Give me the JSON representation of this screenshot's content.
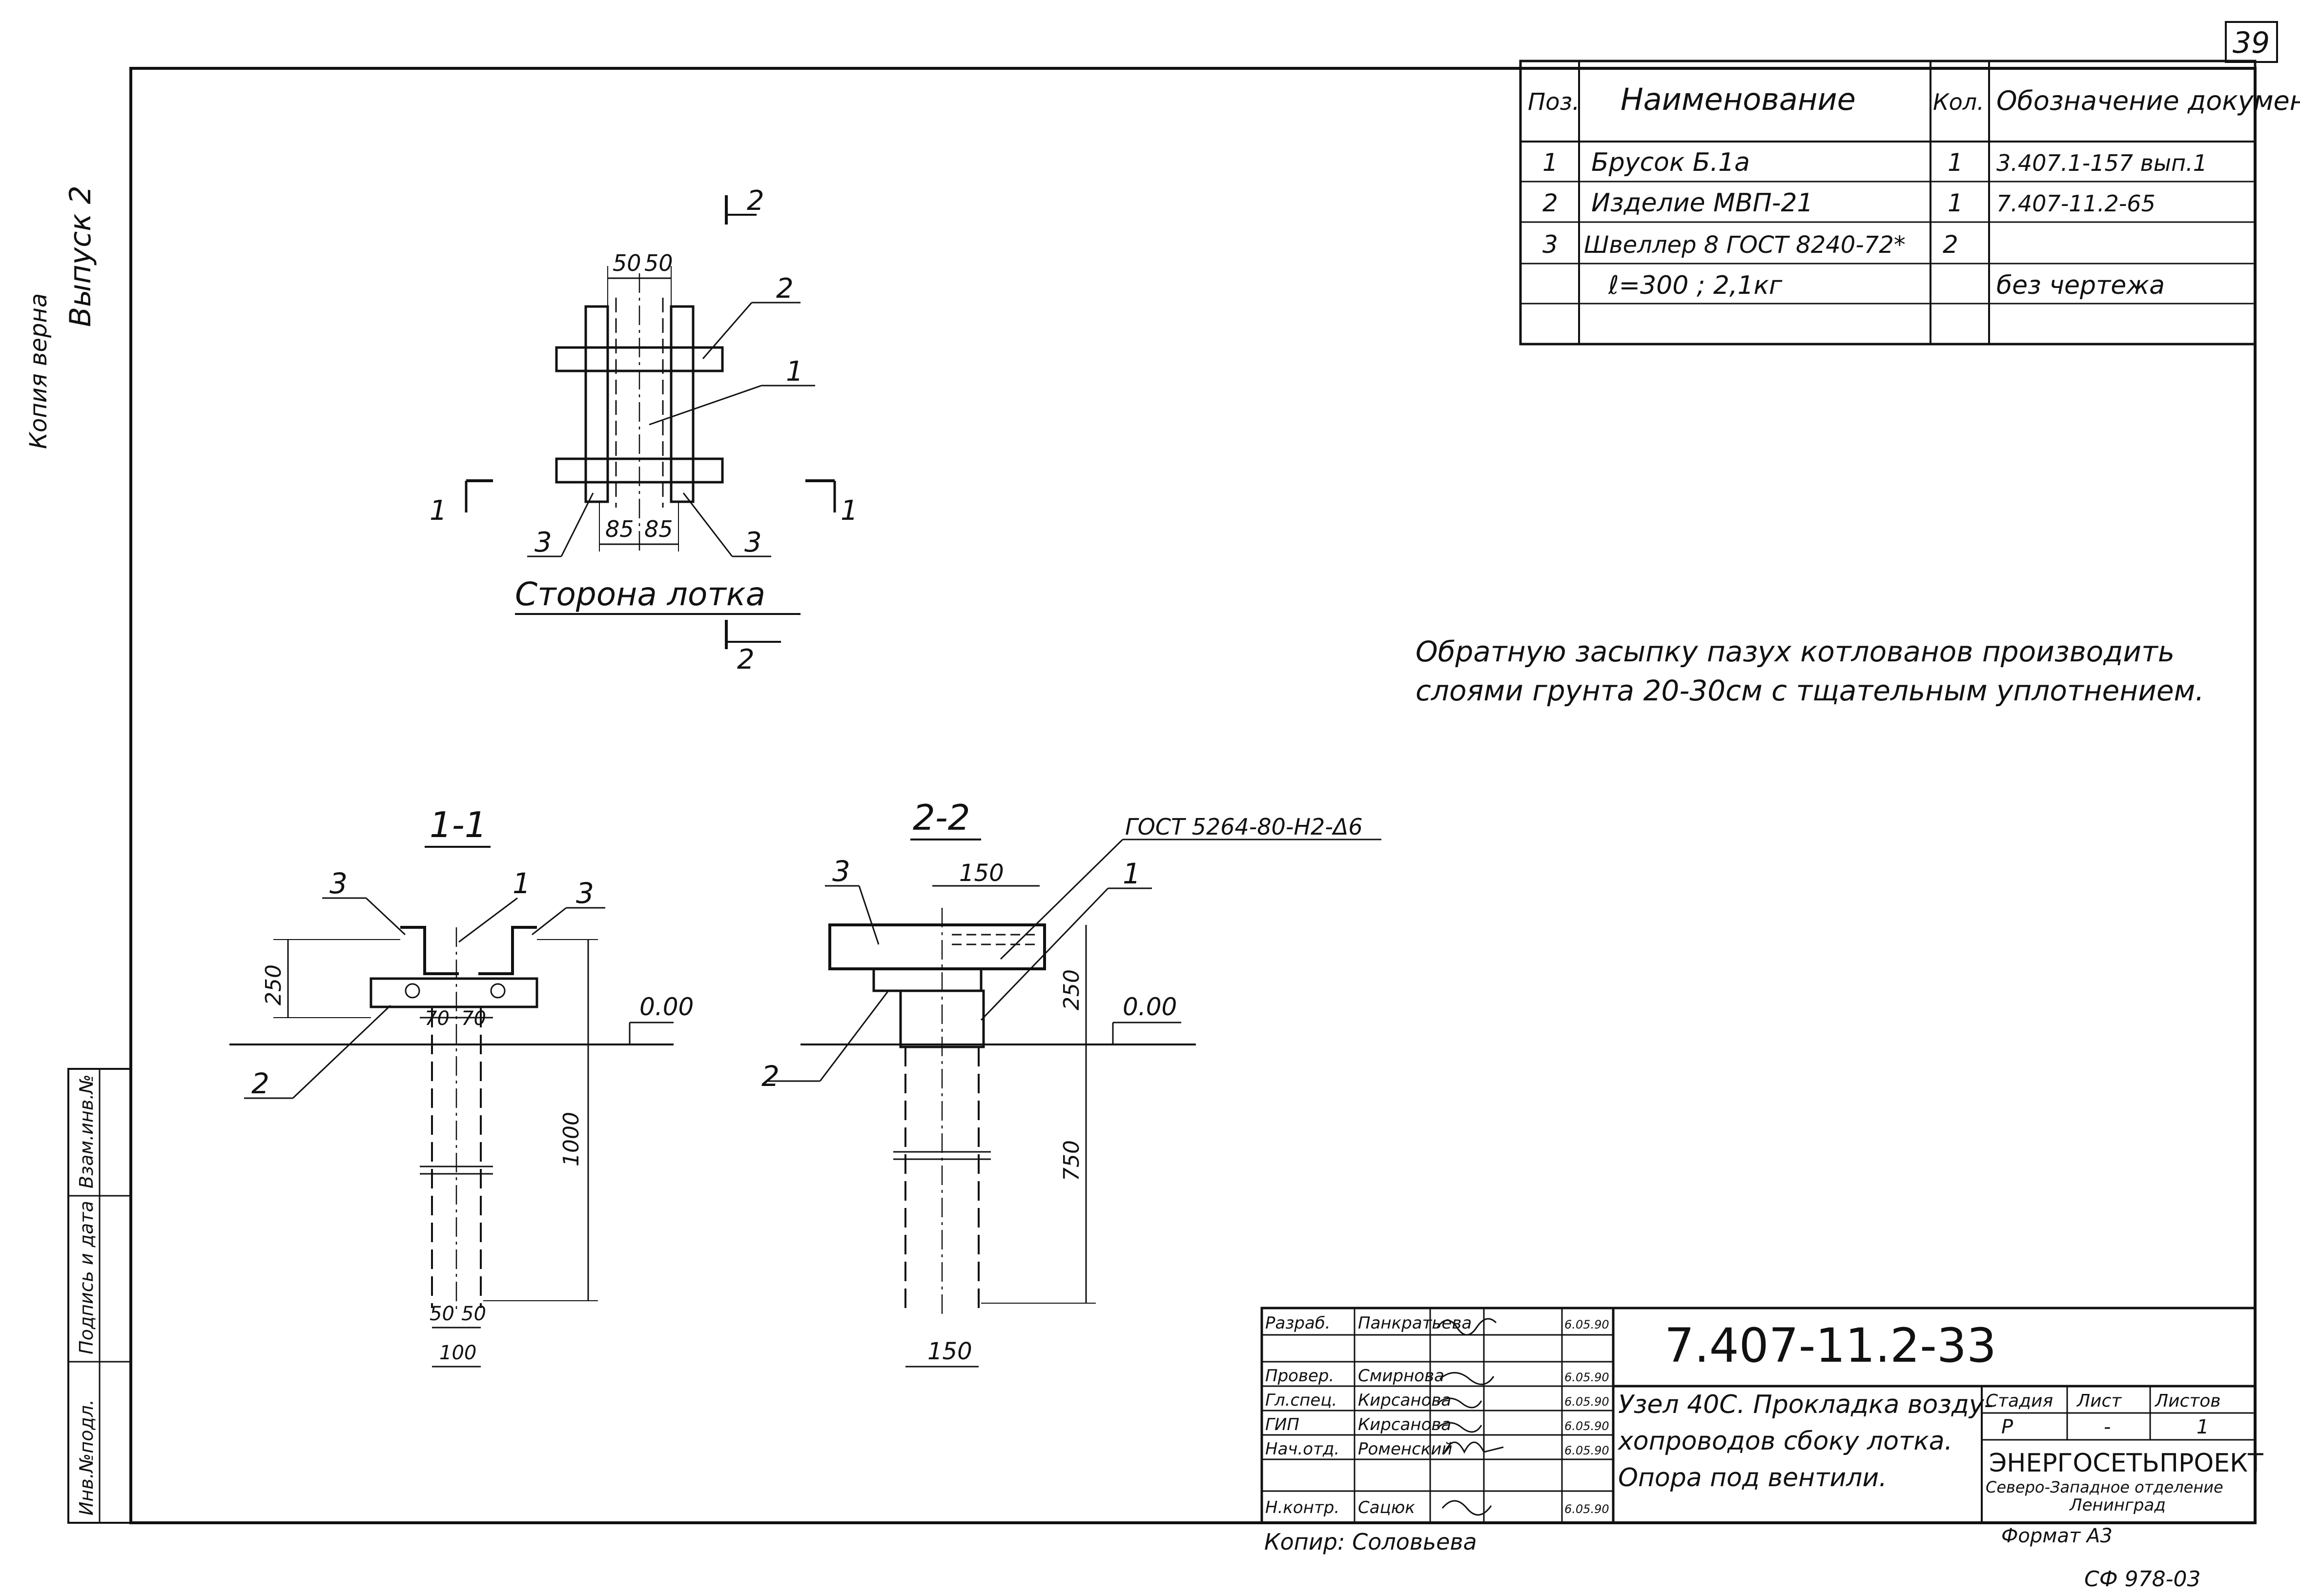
{
  "sheet": {
    "page_number": "39",
    "copy_note": "Копия верна",
    "issue": "Выпуск 2",
    "footer_code": "СФ 978-03",
    "format": "Формат А3",
    "copied_by": "Копир: Соловьева"
  },
  "spec_table": {
    "headers": [
      "Поз.",
      "Наименование",
      "Кол.",
      "Обозначение документа"
    ],
    "rows": [
      [
        "1",
        "Брусок Б.1а",
        "1",
        "3.407.1-157 вып.1"
      ],
      [
        "2",
        "Изделие МВП-21",
        "1",
        "7.407-11.2-65"
      ],
      [
        "3",
        "Швеллер 8 ГОСТ 8240-72*",
        "2",
        ""
      ],
      [
        "",
        "ℓ=300 ; 2,1кг",
        "",
        "без чертежа"
      ]
    ]
  },
  "plan_view": {
    "caption": "Сторона лотка",
    "section_1": "1",
    "section_2": "2",
    "dims_top": [
      "50",
      "50"
    ],
    "dims_bottom": [
      "85",
      "85"
    ],
    "callouts": [
      "1",
      "2",
      "3",
      "3"
    ]
  },
  "section_1_1": {
    "title": "1-1",
    "level": "0.00",
    "dims": [
      "250",
      "70",
      "70",
      "1000",
      "50",
      "50",
      "100"
    ],
    "callouts": [
      "1",
      "2",
      "3",
      "3"
    ]
  },
  "section_2_2": {
    "title": "2-2",
    "weld_note": "ГОСТ 5264-80-Н2-Δ6",
    "level": "0.00",
    "dims": [
      "150",
      "250",
      "750",
      "150"
    ],
    "callouts": [
      "1",
      "2",
      "3"
    ]
  },
  "note": "Обратную засыпку пазух котлованов производить слоями грунта 20-30см с тщательным уплотнением.",
  "title_block": {
    "doc_number": "7.407-11.2-33",
    "description_lines": [
      "Узел 40С. Прокладка возду-",
      "хопроводов сбоку лотка.",
      "Опора под вентили."
    ],
    "signatures": [
      {
        "role": "Разраб.",
        "name": "Панкратьева",
        "date": "6.05.90"
      },
      {
        "role": "Провер.",
        "name": "Смирнова",
        "date": "6.05.90"
      },
      {
        "role": "Гл.спец.",
        "name": "Кирсанова",
        "date": "6.05.90"
      },
      {
        "role": "ГИП",
        "name": "Кирсанова",
        "date": "6.05.90"
      },
      {
        "role": "Нач.отд.",
        "name": "Роменский",
        "date": "6.05.90"
      },
      {
        "role": "Н.контр.",
        "name": "Сацюк",
        "date": "6.05.90"
      }
    ],
    "stage_headers": [
      "Стадия",
      "Лист",
      "Листов"
    ],
    "stage_values": [
      "Р",
      "-",
      "1"
    ],
    "org_name": "ЭНЕРГОСЕТЬПРОЕКТ",
    "org_sub1": "Северо-Западное отделение",
    "org_sub2": "Ленинград"
  },
  "side_stamp": [
    "Инв.№подл.",
    "Подпись и дата",
    "Взам.инв.№"
  ]
}
